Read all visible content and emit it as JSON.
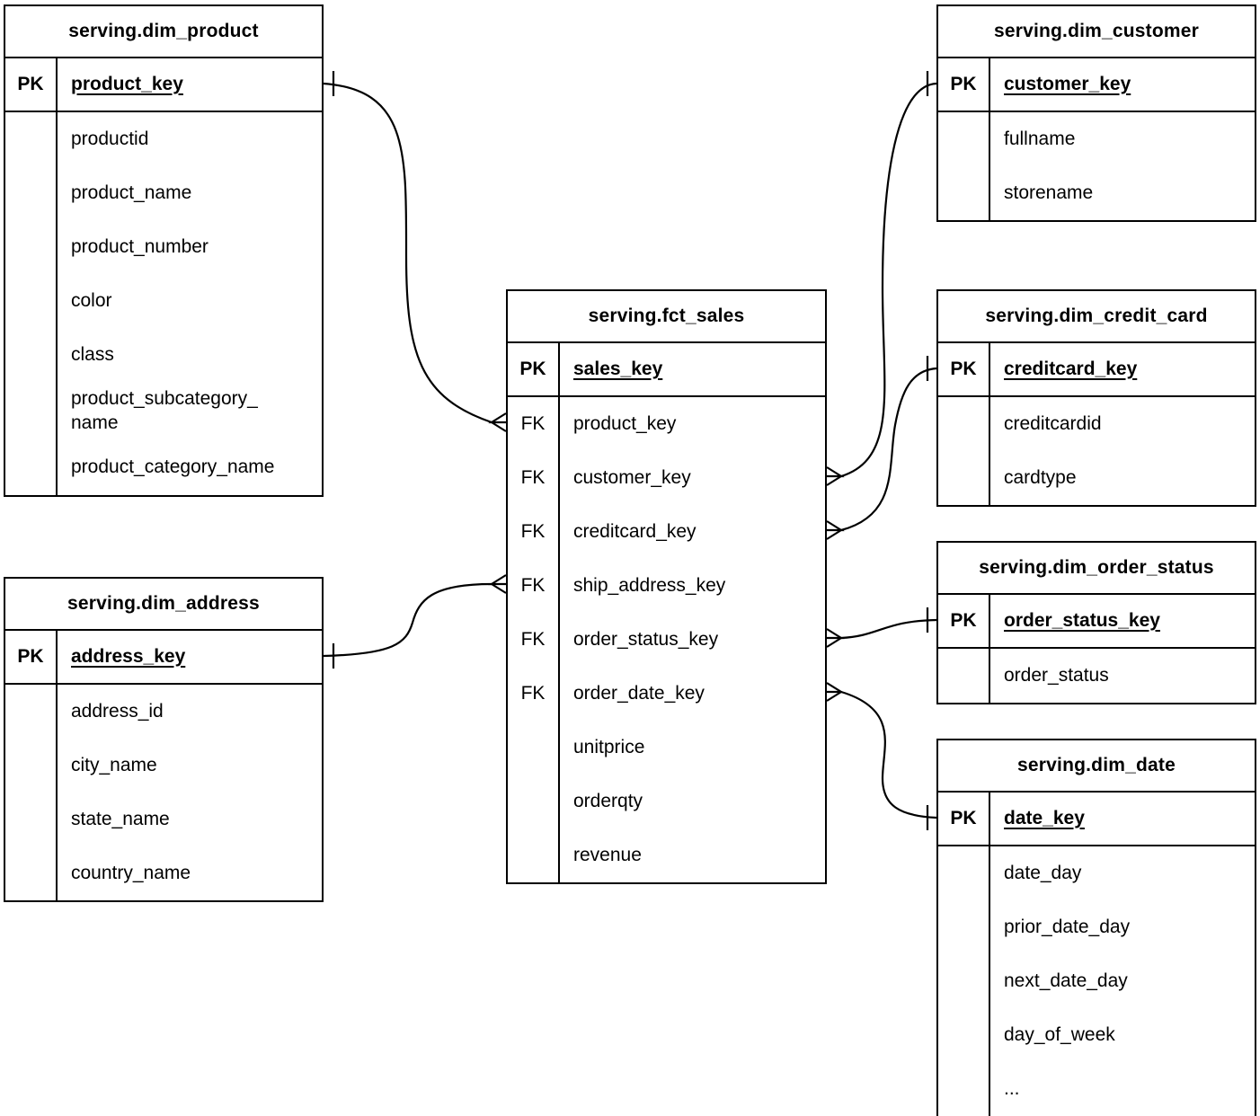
{
  "diagram": {
    "kind": "entity-relationship-diagram",
    "background_color": "#ffffff",
    "line_color": "#000000",
    "text_color": "#000000"
  },
  "entities": [
    {
      "id": "dim_product",
      "title": "serving.dim_product",
      "pk": {
        "badge": "PK",
        "name": "product_key"
      },
      "fields": [
        {
          "badge": "",
          "name": "productid"
        },
        {
          "badge": "",
          "name": "product_name"
        },
        {
          "badge": "",
          "name": "product_number"
        },
        {
          "badge": "",
          "name": "color"
        },
        {
          "badge": "",
          "name": "class"
        },
        {
          "badge": "",
          "name": "product_subcategory_\nname"
        },
        {
          "badge": "",
          "name": "product_category_name"
        }
      ]
    },
    {
      "id": "dim_address",
      "title": "serving.dim_address",
      "pk": {
        "badge": "PK",
        "name": "address_key"
      },
      "fields": [
        {
          "badge": "",
          "name": "address_id"
        },
        {
          "badge": "",
          "name": "city_name"
        },
        {
          "badge": "",
          "name": "state_name"
        },
        {
          "badge": "",
          "name": "country_name"
        }
      ]
    },
    {
      "id": "fct_sales",
      "title": "serving.fct_sales",
      "pk": {
        "badge": "PK",
        "name": "sales_key"
      },
      "fields": [
        {
          "badge": "FK",
          "name": "product_key"
        },
        {
          "badge": "FK",
          "name": "customer_key"
        },
        {
          "badge": "FK",
          "name": "creditcard_key"
        },
        {
          "badge": "FK",
          "name": "ship_address_key"
        },
        {
          "badge": "FK",
          "name": "order_status_key"
        },
        {
          "badge": "FK",
          "name": "order_date_key"
        },
        {
          "badge": "",
          "name": "unitprice"
        },
        {
          "badge": "",
          "name": "orderqty"
        },
        {
          "badge": "",
          "name": "revenue"
        }
      ]
    },
    {
      "id": "dim_customer",
      "title": "serving.dim_customer",
      "pk": {
        "badge": "PK",
        "name": "customer_key"
      },
      "fields": [
        {
          "badge": "",
          "name": "fullname"
        },
        {
          "badge": "",
          "name": "storename"
        }
      ]
    },
    {
      "id": "dim_credit_card",
      "title": "serving.dim_credit_card",
      "pk": {
        "badge": "PK",
        "name": "creditcard_key"
      },
      "fields": [
        {
          "badge": "",
          "name": "creditcardid"
        },
        {
          "badge": "",
          "name": "cardtype"
        }
      ]
    },
    {
      "id": "dim_order_status",
      "title": "serving.dim_order_status",
      "pk": {
        "badge": "PK",
        "name": "order_status_key"
      },
      "fields": [
        {
          "badge": "",
          "name": "order_status"
        }
      ]
    },
    {
      "id": "dim_date",
      "title": "serving.dim_date",
      "pk": {
        "badge": "PK",
        "name": "date_key"
      },
      "fields": [
        {
          "badge": "",
          "name": "date_day"
        },
        {
          "badge": "",
          "name": "prior_date_day"
        },
        {
          "badge": "",
          "name": "next_date_day"
        },
        {
          "badge": "",
          "name": "day_of_week"
        },
        {
          "badge": "",
          "name": "..."
        }
      ]
    }
  ],
  "relationships": [
    {
      "one_end": "serving.dim_product.product_key",
      "many_end": "serving.fct_sales.product_key",
      "cardinality": "one-to-many"
    },
    {
      "one_end": "serving.dim_address.address_key",
      "many_end": "serving.fct_sales.ship_address_key",
      "cardinality": "one-to-many"
    },
    {
      "one_end": "serving.dim_customer.customer_key",
      "many_end": "serving.fct_sales.customer_key",
      "cardinality": "one-to-many"
    },
    {
      "one_end": "serving.dim_credit_card.creditcard_key",
      "many_end": "serving.fct_sales.creditcard_key",
      "cardinality": "one-to-many"
    },
    {
      "one_end": "serving.dim_order_status.order_status_key",
      "many_end": "serving.fct_sales.order_status_key",
      "cardinality": "one-to-many"
    },
    {
      "one_end": "serving.dim_date.date_key",
      "many_end": "serving.fct_sales.order_date_key",
      "cardinality": "one-to-many"
    }
  ]
}
